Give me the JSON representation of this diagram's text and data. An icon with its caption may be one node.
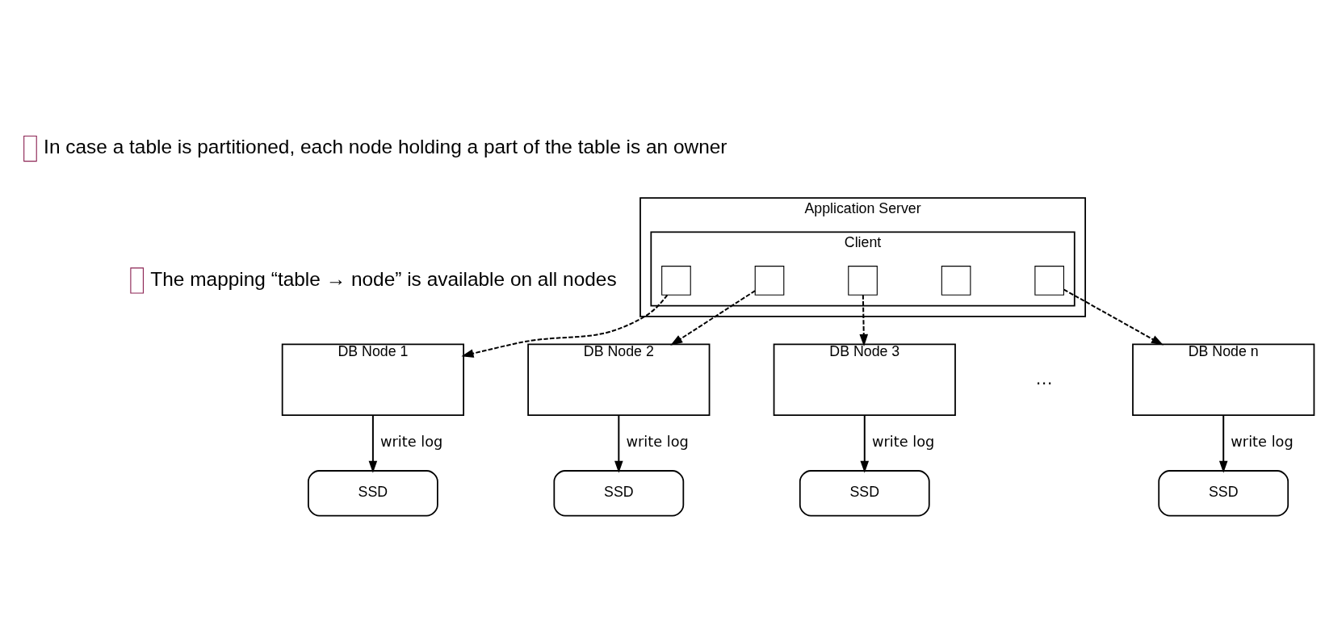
{
  "diagram": {
    "nodes": [
      {
        "text": [
          "Application Server"
        ]
      },
      {
        "text": [
          "Client"
        ],
        "in": 0
      },
      {
        "text": [],
        "shape": "box",
        "in": 1
      },
      {
        "text": [],
        "shape": "box",
        "in": 1
      },
      {
        "text": [],
        "shape": "box",
        "in": 1
      },
      {
        "text": [],
        "shape": "box",
        "in": 1
      },
      {
        "text": [],
        "shape": "box",
        "in": 1
      },
      {
        "text": [
          "DB Node 1"
        ]
      },
      {
        "text": [
          "DB Node 2"
        ]
      },
      {
        "text": [
          "DB Node 3"
        ]
      },
      {
        "text": [
          "DB Node n"
        ]
      },
      {
        "text": [
          "SSD"
        ]
      },
      {
        "text": [
          "SSD"
        ]
      },
      {
        "text": [
          "SSD"
        ]
      },
      {
        "text": [
          "SSD"
        ]
      }
    ],
    "edges": [
      {
        "from": 2,
        "to": 7,
        "arrow": "to",
        "style": "dashed"
      },
      {
        "from": 3,
        "to": 8,
        "arrow": "to",
        "style": "dashed"
      },
      {
        "from": 4,
        "to": 9,
        "arrow": "to",
        "style": "dashed"
      },
      {
        "from": 6,
        "to": 10,
        "arrow": "to",
        "style": "dashed"
      },
      {
        "from": 7,
        "to": 11,
        "arrow": "to",
        "label": "write log"
      },
      {
        "from": 8,
        "to": 12,
        "arrow": "to",
        "label": "write log"
      },
      {
        "from": 9,
        "to": 13,
        "arrow": "to",
        "label": "write log"
      },
      {
        "from": 10,
        "to": 14,
        "arrow": "to",
        "label": "write log"
      }
    ],
    "labels": [
      "In case a table is partitioned, each node holding a part of the table is an owner",
      "The mapping “table → node” is available on all nodes",
      "…"
    ]
  }
}
